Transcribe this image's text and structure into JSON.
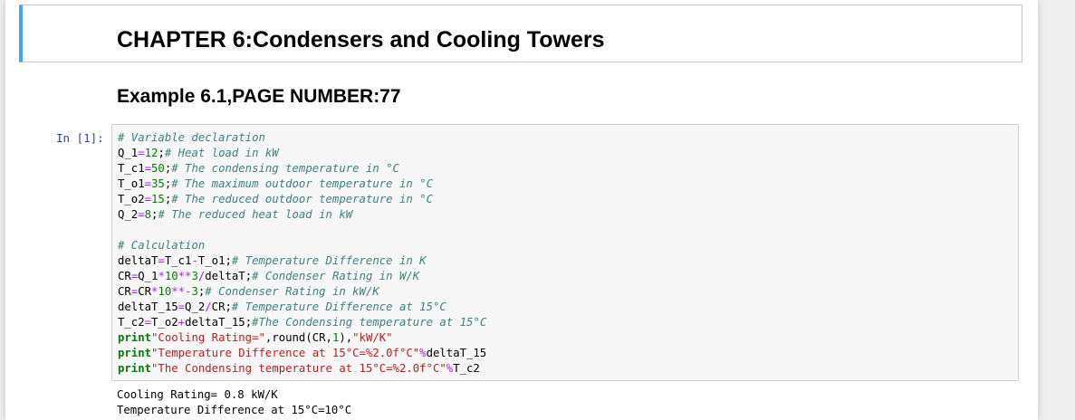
{
  "chapter_title": "CHAPTER 6:Condensers and Cooling Towers",
  "example_title": "Example 6.1,PAGE NUMBER:77",
  "cell": {
    "prompt": "In [1]:",
    "lines": [
      [
        [
          "c",
          "# Variable declaration"
        ]
      ],
      [
        [
          "t",
          "Q_1"
        ],
        [
          "o",
          "="
        ],
        [
          "n",
          "12"
        ],
        [
          "t",
          ";"
        ],
        [
          "c",
          "# Heat load in kW"
        ]
      ],
      [
        [
          "t",
          "T_c1"
        ],
        [
          "o",
          "="
        ],
        [
          "n",
          "50"
        ],
        [
          "t",
          ";"
        ],
        [
          "c",
          "# The condensing temperature in °C"
        ]
      ],
      [
        [
          "t",
          "T_o1"
        ],
        [
          "o",
          "="
        ],
        [
          "n",
          "35"
        ],
        [
          "t",
          ";"
        ],
        [
          "c",
          "# The maximum outdoor temperature in °C"
        ]
      ],
      [
        [
          "t",
          "T_o2"
        ],
        [
          "o",
          "="
        ],
        [
          "n",
          "15"
        ],
        [
          "t",
          ";"
        ],
        [
          "c",
          "# The reduced outdoor temperature in °C"
        ]
      ],
      [
        [
          "t",
          "Q_2"
        ],
        [
          "o",
          "="
        ],
        [
          "n",
          "8"
        ],
        [
          "t",
          ";"
        ],
        [
          "c",
          "# The reduced heat load in kW"
        ]
      ],
      [
        [
          "t",
          ""
        ]
      ],
      [
        [
          "c",
          "# Calculation"
        ]
      ],
      [
        [
          "t",
          "deltaT"
        ],
        [
          "o",
          "="
        ],
        [
          "t",
          "T_c1"
        ],
        [
          "o",
          "-"
        ],
        [
          "t",
          "T_o1;"
        ],
        [
          "c",
          "# Temperature Difference in K"
        ]
      ],
      [
        [
          "t",
          "CR"
        ],
        [
          "o",
          "="
        ],
        [
          "t",
          "Q_1"
        ],
        [
          "o",
          "*"
        ],
        [
          "n",
          "10"
        ],
        [
          "o",
          "**"
        ],
        [
          "n",
          "3"
        ],
        [
          "o",
          "/"
        ],
        [
          "t",
          "deltaT;"
        ],
        [
          "c",
          "# Condenser Rating in W/K"
        ]
      ],
      [
        [
          "t",
          "CR"
        ],
        [
          "o",
          "="
        ],
        [
          "t",
          "CR"
        ],
        [
          "o",
          "*"
        ],
        [
          "n",
          "10"
        ],
        [
          "o",
          "**-"
        ],
        [
          "n",
          "3"
        ],
        [
          "t",
          ";"
        ],
        [
          "c",
          "# Condenser Rating in kW/K"
        ]
      ],
      [
        [
          "t",
          "deltaT_15"
        ],
        [
          "o",
          "="
        ],
        [
          "t",
          "Q_2"
        ],
        [
          "o",
          "/"
        ],
        [
          "t",
          "CR;"
        ],
        [
          "c",
          "# Temperature Difference at 15°C"
        ]
      ],
      [
        [
          "t",
          "T_c2"
        ],
        [
          "o",
          "="
        ],
        [
          "t",
          "T_o2"
        ],
        [
          "o",
          "+"
        ],
        [
          "t",
          "deltaT_15;"
        ],
        [
          "c",
          "#The Condensing temperature at 15°C"
        ]
      ],
      [
        [
          "k",
          "print"
        ],
        [
          "s",
          "\"Cooling Rating=\""
        ],
        [
          "t",
          ","
        ],
        [
          "t",
          "round(CR,"
        ],
        [
          "n",
          "1"
        ],
        [
          "t",
          "),"
        ],
        [
          "s",
          "\"kW/K\""
        ]
      ],
      [
        [
          "k",
          "print"
        ],
        [
          "s",
          "\"Temperature Difference at 15°C=%2.0f°C\""
        ],
        [
          "o",
          "%"
        ],
        [
          "t",
          "deltaT_15"
        ]
      ],
      [
        [
          "k",
          "print"
        ],
        [
          "s",
          "\"The Condensing temperature at 15°C=%2.0f°C\""
        ],
        [
          "o",
          "%"
        ],
        [
          "t",
          "T_c2"
        ]
      ]
    ]
  },
  "output": {
    "lines": [
      "Cooling Rating= 0.8 kW/K",
      "Temperature Difference at 15°C=10°C"
    ]
  }
}
